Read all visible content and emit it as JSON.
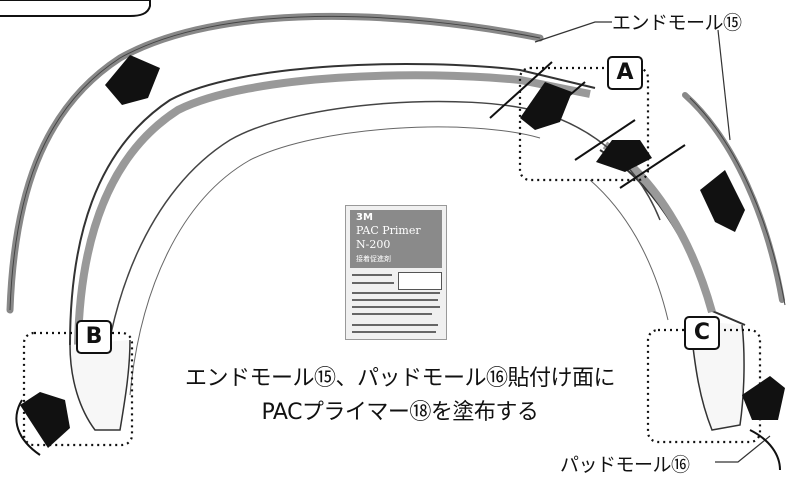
{
  "labels": {
    "a": "A",
    "b": "B",
    "c": "C"
  },
  "callouts": {
    "end_mold_top": "エンドモール⑮",
    "pad_mold_bottom": "パッドモール⑯"
  },
  "instruction": {
    "line1": "エンドモール⑮、パッドモール⑯貼付け面に",
    "line2": "PACプライマー⑱を塗布する"
  },
  "product": {
    "brand": "3M",
    "name_line1": "PAC Primer",
    "name_line2": "N-200",
    "jp_label": "接着促進剤"
  },
  "colors": {
    "strip": "#888888",
    "ink": "#111111",
    "arrow": "#111111"
  }
}
